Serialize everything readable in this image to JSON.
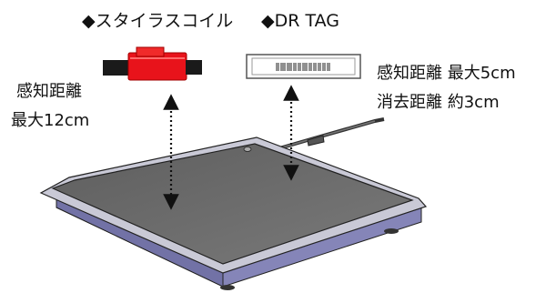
{
  "labels": {
    "stylus_title": "◆スタイラスコイル",
    "tag_title": "◆DR TAG",
    "left_line1": "感知距離",
    "left_line2": "最大12cm",
    "right_line1": "感知距離 最大5cm",
    "right_line2": "消去距離 約3cm"
  },
  "colors": {
    "coil_red": "#e8131b",
    "coil_black": "#1a1a1a",
    "pad_top": "#6a6a6a",
    "pad_side": "#8585b8",
    "pad_edge": "#c9c9d6"
  },
  "icons": [
    "stylus-coil-icon",
    "rfid-tag-icon",
    "reader-pad-icon",
    "double-arrow-icon"
  ]
}
